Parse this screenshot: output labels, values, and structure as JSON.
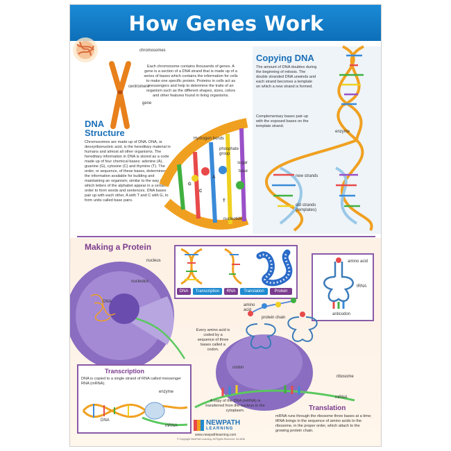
{
  "title": "How Genes Work",
  "top_labels": {
    "chromosomes": "chromosomes",
    "centromere": "centromere",
    "gene": "gene"
  },
  "intro_text": "Each chromosome contains thousands of genes. A gene is a section of a DNA strand that is made up of a series of bases which contains the information for cells to make one specific protein. Proteins in cells act as messengers and help to determine the traits of an organism such as the different shapes, sizes, colors and other features found in living organisms.",
  "dna_structure": {
    "heading_line1": "DNA",
    "heading_line2": "Structure",
    "body": "Chromosomes are made up of DNA. DNA, or deoxyribonucleic acid, is the hereditary material in humans and almost all other organisms. The hereditary information in DNA is stored as a code made up of four chemical bases: adenine (A), guanine (G), cytosine (C) and thymine (T). The order, or sequence, of these bases, determines the information available for building and maintaining an organism; similar to the way in which letters of the alphabet appear in a certain order to form words and sentences. DNA bases pair up with each other, A with T and C with G, to form units called base pairs.",
    "labels": {
      "hydrogen_bonds": "Hydrogen bonds",
      "phosphate_group": "phosphate group",
      "sugar": "sugar",
      "base": "base",
      "nucleotide": "nucleotide"
    },
    "base_letters": [
      "A",
      "G",
      "C",
      "T"
    ]
  },
  "copying_dna": {
    "heading": "Copying DNA",
    "body1": "The amount of DNA doubles during the beginning of mitosis. The double stranded DNA unwinds and each strand becomes a template on which a new strand is formed.",
    "body2": "Complementary bases pair-up with the exposed bases on the template strand.",
    "labels": {
      "enzyme": "enzyme",
      "new_strands": "new strands",
      "old_strands_line1": "old strands",
      "old_strands_line2": "(templates)"
    }
  },
  "making_protein": {
    "heading": "Making a Protein",
    "flow": [
      "DNA",
      "Transcription",
      "RNA",
      "Translation",
      "Protein"
    ],
    "labels": {
      "nucleus": "nucleus",
      "nucleolus": "nucleolus",
      "dna": "DNA",
      "amino_acid_top": "amino acid",
      "amino_acid_box": "amino acid",
      "trna": "tRNA",
      "anticodon": "anticodon",
      "protein_chain": "protein chain",
      "codon": "codon",
      "ribosome": "ribosome",
      "mrna": "mRNA",
      "enzyme": "enzyme",
      "dna_small": "DNA",
      "mrna_small": "mRNA"
    },
    "amino_acid_text": "Every amino acid is coded by a sequence of three bases called a codon.",
    "copy_text": "A copy of the DNA (mRNA) is transferred from the nucleus to the cytoplasm.",
    "transcription": {
      "heading": "Transcription",
      "body": "DNA is copied to a single strand of RNA called messenger RNA (mRNA)."
    },
    "translation": {
      "heading": "Translation",
      "body": "mRNA runs through the ribosome three bases at a time; tRNA brings in the sequence of amino acids to the ribosome, in the proper order, which attach to the growing protein chain."
    }
  },
  "brand": {
    "name_line1": "NEWPATH",
    "name_line2": "LEARNING",
    "url": "www.newpathlearning.com",
    "copyright": "© Copyright NewPath Learning. All Rights Reserved. 94-4636"
  },
  "colors": {
    "banner": "#1a8ad6",
    "heading_blue": "#1a6fb8",
    "heading_purple": "#7a3c8e",
    "dna_orange": "#f0a020",
    "cell_purple": "#8a6cc0",
    "flow_purple": "#7a3c8e",
    "flow_blue": "#1f8ad0"
  }
}
